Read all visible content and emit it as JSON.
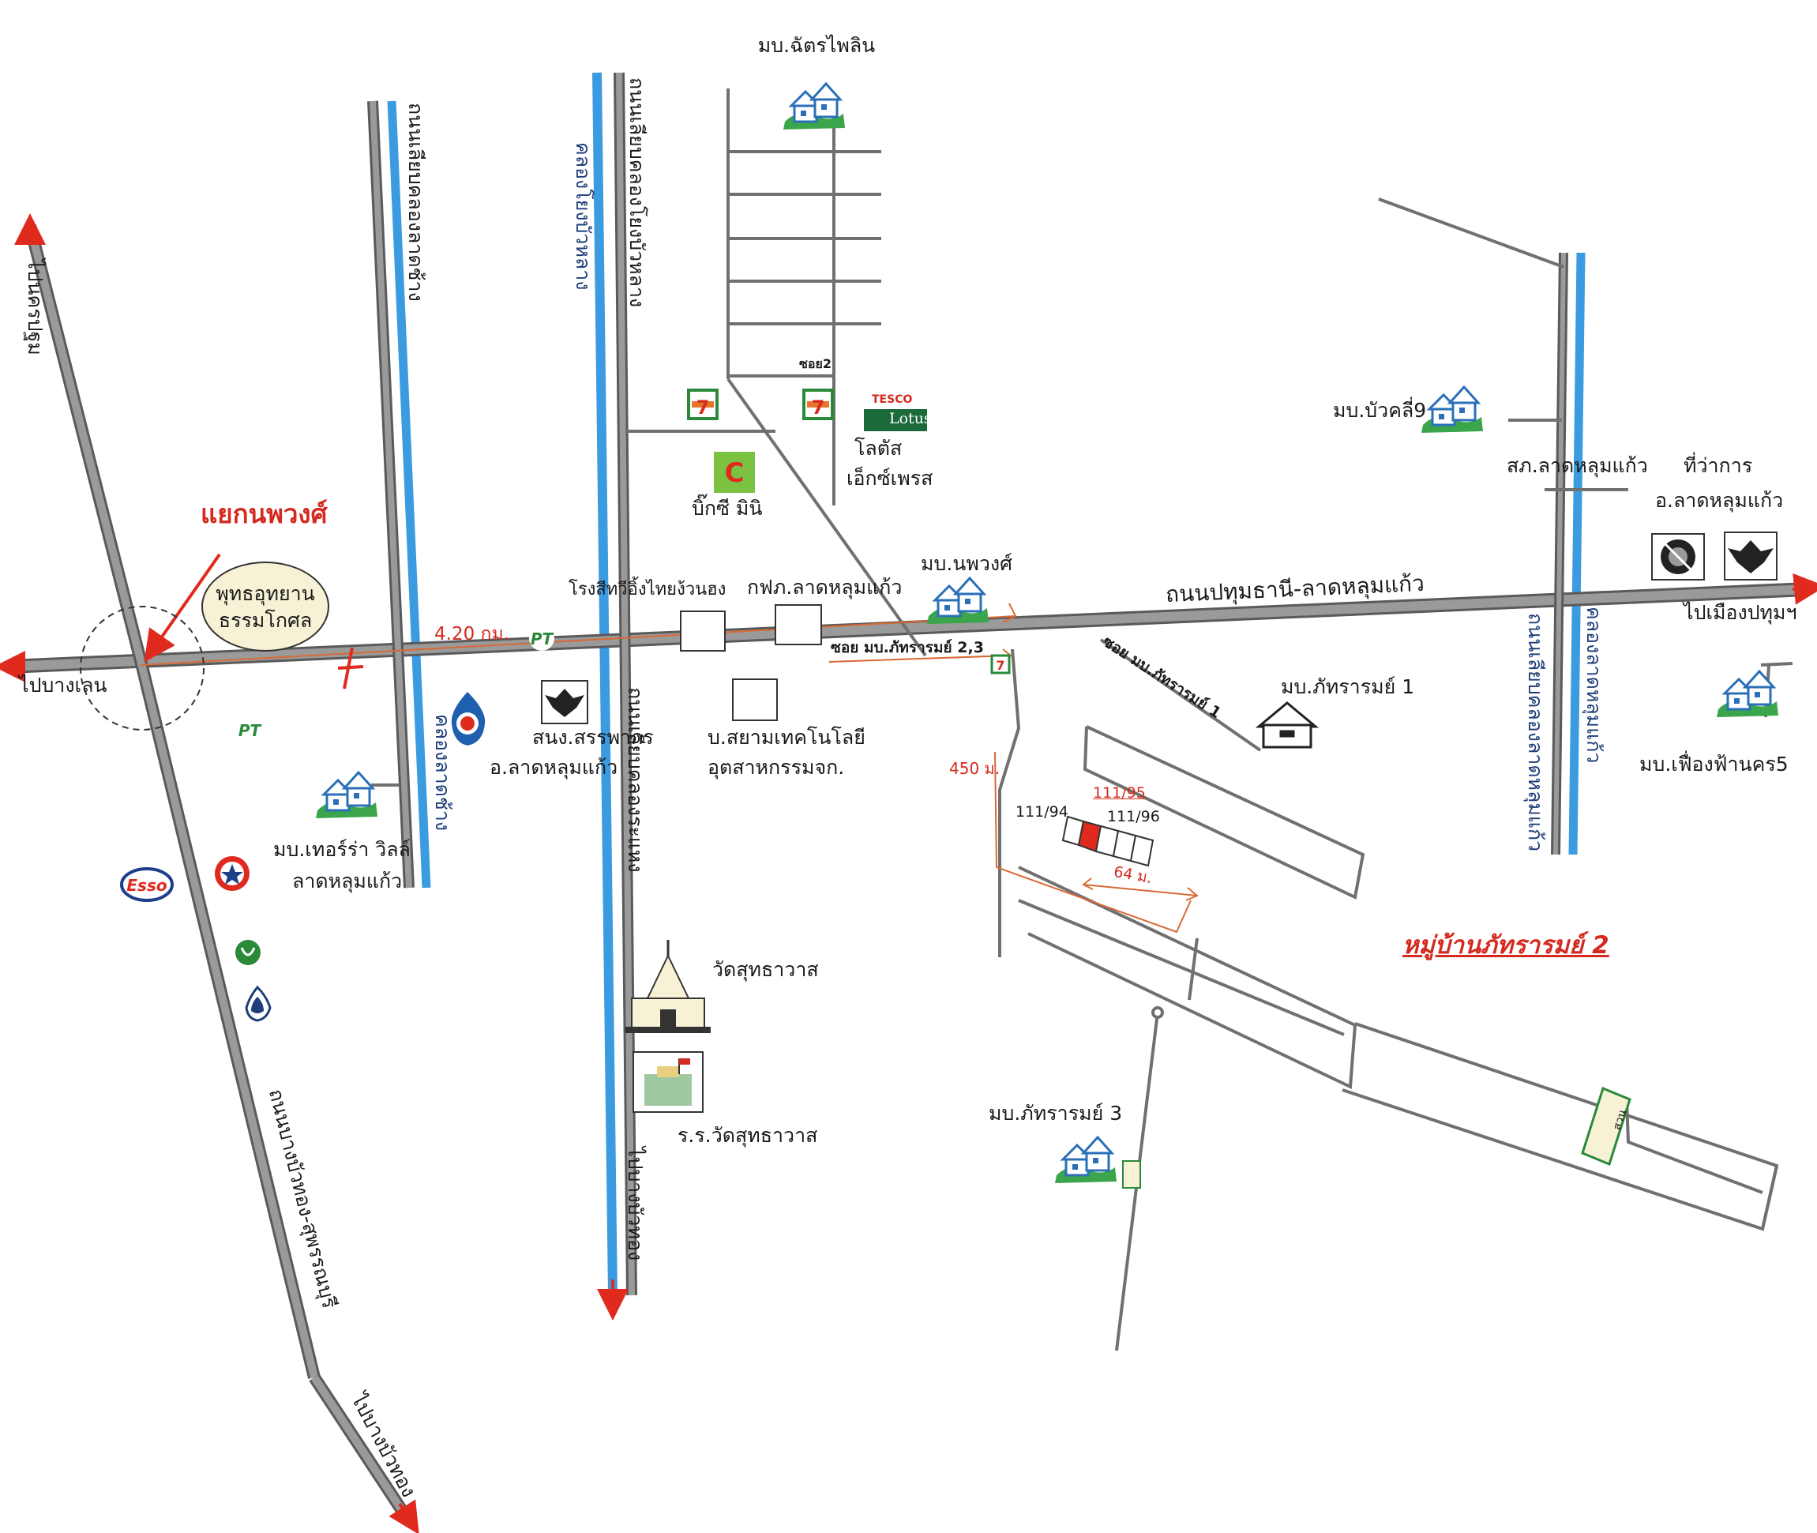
{
  "colors": {
    "road": "#8e8e8e",
    "road_edge": "#5a5a5a",
    "canal": "#3a9be0",
    "arrow": "#e02a1e",
    "route": "#d86a36",
    "house_green": "#3aa54a",
    "house_blue": "#2a6fb8"
  },
  "junction": {
    "label": "แยกนพวงศ์"
  },
  "temple_park": {
    "line1": "พุทธอุทยาน",
    "line2": "ธรรมโกศล"
  },
  "distances": {
    "main": "4.20 กม.",
    "soi": "450 ม.",
    "plot": "64 ม."
  },
  "directions": {
    "west": "ไปบางเลน",
    "east": "ไปเมืองปทุมฯ",
    "north_west": "ไปนครปฐม",
    "south_west": "ไปบางบัวทอง",
    "south": "ไปบางบัวทอง"
  },
  "roads": {
    "main": "ถนนปทุมธานี-ลาดหลุมแก้ว",
    "diagonal": "ถนนบางบัวทอง-สุพรรณบุรี",
    "road_1": "ถนนเลียบคลองลาดช้าง",
    "road_2": "ถนนเลียบคลองโยงบัวหลาง",
    "road_2b": "ถนนเลียบคลองระแหง",
    "road_east": "ถนนเลียบคลองลาดหลุมแก้ว"
  },
  "canals": {
    "c1": "คลองลาดช้าง",
    "c2": "คลองโยงบัวหลาง",
    "c_east": "คลองลาดหลุมแก้ว"
  },
  "places": {
    "chatpailin": "มบ.ฉัตรไพลิน",
    "soi2": "ซอย2",
    "tesco_top": "TESCO",
    "tesco_bottom": "Lotus",
    "lotus1": "โลตัส",
    "lotus2": "เอ็กซ์เพรส",
    "bigc": "บิ๊กซี มินิ",
    "rice_mill": "โรงสีทวีอิ้งไทยง้วนฮง",
    "pea": "กฟภ.ลาดหลุมแก้ว",
    "noppawong": "มบ.นพวงศ์",
    "soi_pattararom_23": "ซอย มบ.ภัทรารมย์ 2,3",
    "soi_pattararom_1": "ซอย มบ.ภัทรารมย์ 1",
    "pattararom1": "มบ.ภัทรารมย์ 1",
    "pattararom3": "มบ.ภัทรารมย์ 3",
    "pattararom2": "หมู่บ้านภัทรารมย์ 2",
    "buakli": "มบ.บัวคลี่9",
    "police": "สภ.ลาดหลุมแก้ว",
    "district1": "ที่ว่าการ",
    "district2": "อ.ลาดหลุมแก้ว",
    "fueng": "มบ.เฟื่องฟ้านคร5",
    "revenue1": "สนง.สรรพากร",
    "revenue2": "อ.ลาดหลุมแก้ว",
    "siamtech1": "บ.สยามเทคโนโลยี",
    "siamtech2": "อุตสาหกรรมจก.",
    "terra1": "มบ.เทอร์ร่า วิลล์",
    "terra2": "ลาดหลุมแก้ว",
    "wat": "วัดสุทธาวาส",
    "school": "ร.ร.วัดสุทธาวาส",
    "park": "สวน"
  },
  "plots": {
    "p94": "111/94",
    "p95": "111/95",
    "p96": "111/96"
  },
  "brands": {
    "esso": "Esso",
    "pt": "PT",
    "seven": "7"
  },
  "icons": [
    "house-icon",
    "seven-eleven-icon",
    "bigc-icon",
    "tesco-lotus-icon",
    "ptt-icon",
    "pt-icon",
    "esso-icon",
    "caltex-icon",
    "kasikorn-icon",
    "scb-icon",
    "garuda-icon",
    "police-icon",
    "temple-icon",
    "school-icon",
    "flag-icon"
  ]
}
